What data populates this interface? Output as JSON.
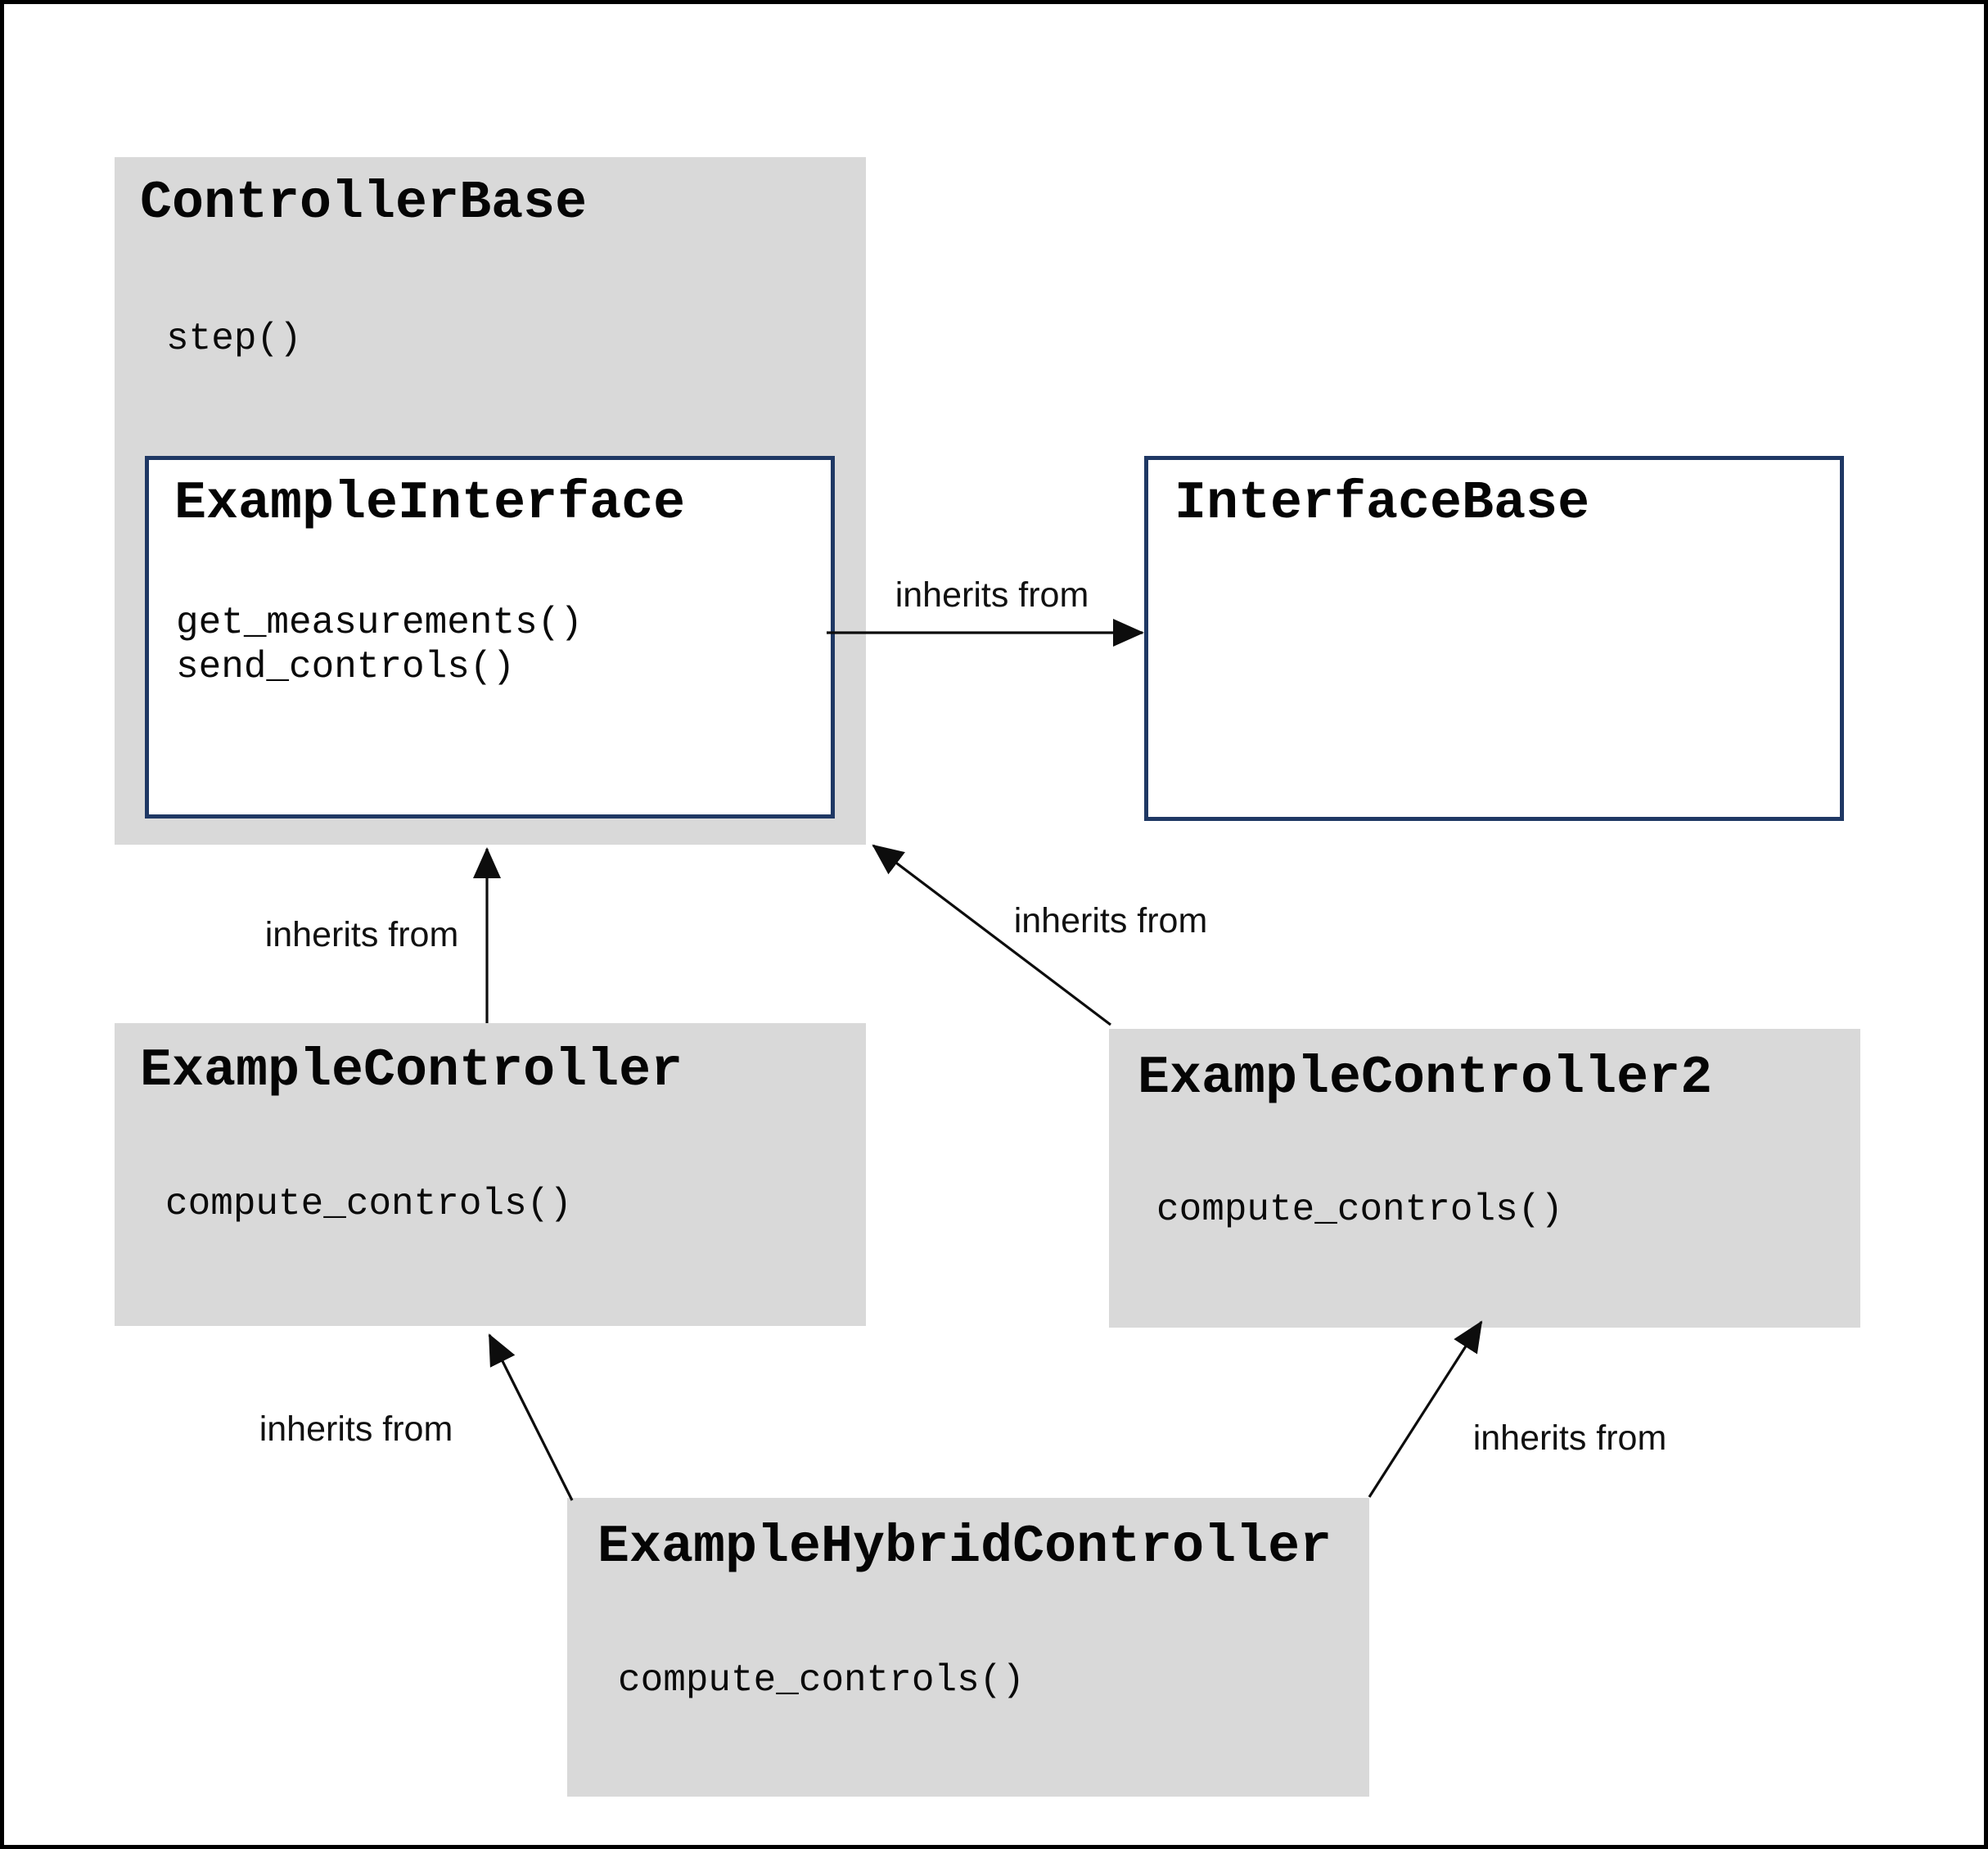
{
  "diagram": {
    "classes": [
      {
        "id": "controller_base",
        "name": "ControllerBase",
        "methods": [
          "step()"
        ]
      },
      {
        "id": "example_interface",
        "name": "ExampleInterface",
        "methods": [
          "get_measurements()",
          "send_controls()"
        ]
      },
      {
        "id": "interface_base",
        "name": "InterfaceBase",
        "methods": []
      },
      {
        "id": "example_controller",
        "name": "ExampleController",
        "methods": [
          "compute_controls()"
        ]
      },
      {
        "id": "example_controller2",
        "name": "ExampleController2",
        "methods": [
          "compute_controls()"
        ]
      },
      {
        "id": "example_hybrid_controller",
        "name": "ExampleHybridController",
        "methods": [
          "compute_controls()"
        ]
      }
    ],
    "relations": [
      {
        "from": "example_interface",
        "to": "interface_base",
        "label": "inherits from"
      },
      {
        "from": "example_controller",
        "to": "controller_base",
        "label": "inherits from"
      },
      {
        "from": "example_controller2",
        "to": "controller_base",
        "label": "inherits from"
      },
      {
        "from": "example_hybrid_controller",
        "to": "example_controller",
        "label": "inherits from"
      },
      {
        "from": "example_hybrid_controller",
        "to": "example_controller2",
        "label": "inherits from"
      }
    ],
    "colors": {
      "box_fill": "#d9d9d9",
      "outlined_box_border": "#1f3864",
      "line": "#0d0d0d",
      "background": "#ffffff"
    }
  }
}
